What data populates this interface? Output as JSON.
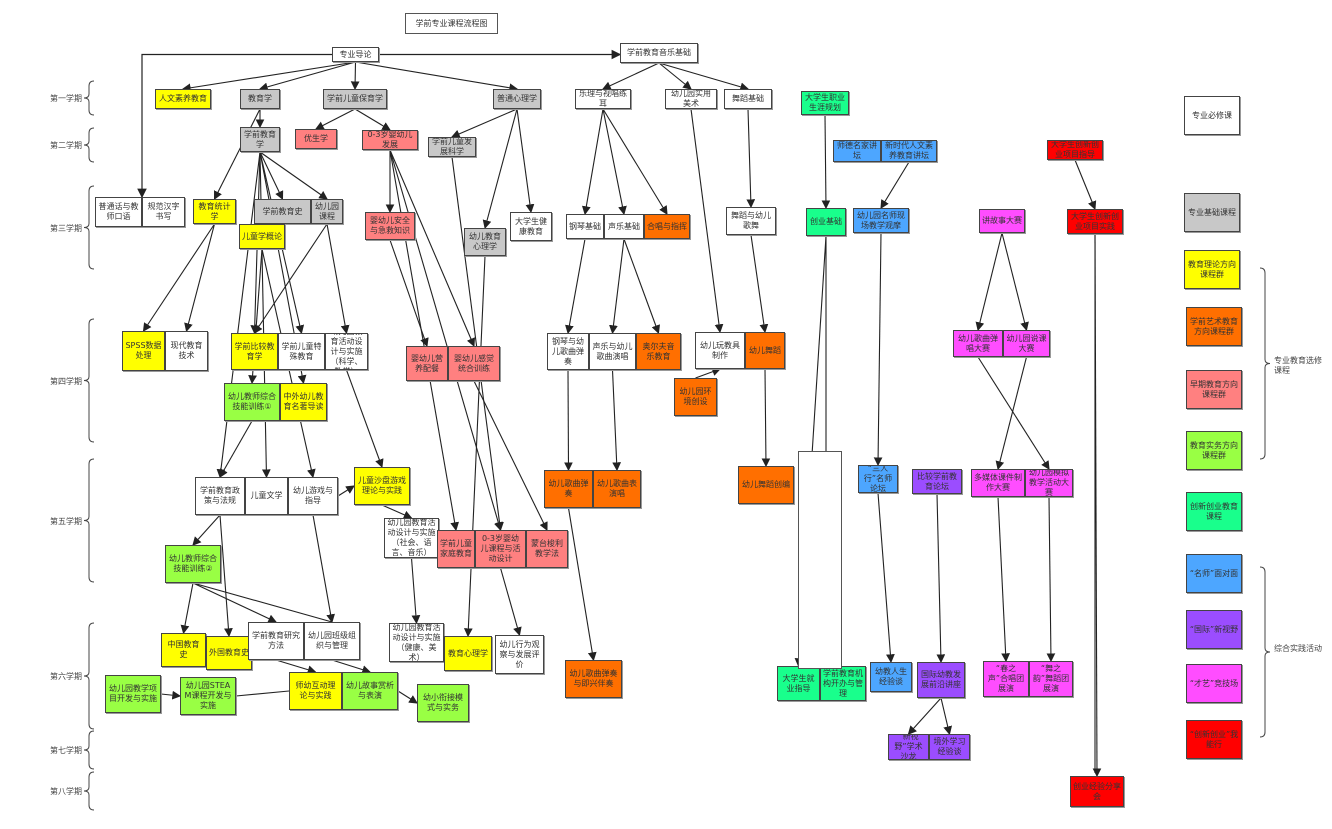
{
  "title": "学前专业课程流程图",
  "colors": {
    "required": "#ffffff",
    "foundation": "#c8c8c8",
    "theory": "#ffff00",
    "art": "#ff6f00",
    "early": "#ff8080",
    "practice": "#99ff44",
    "innovation": "#19ff8c",
    "teacher": "#4da6ff",
    "intl": "#9b4dff",
    "talent": "#ff4dff",
    "entre": "#ff0000"
  },
  "semesters": [
    {
      "label": "第一学期"
    },
    {
      "label": "第二学期"
    },
    {
      "label": "第三学期"
    },
    {
      "label": "第四学期"
    },
    {
      "label": "第五学期"
    },
    {
      "label": "第六学期"
    },
    {
      "label": "第七学期"
    },
    {
      "label": "第八学期"
    }
  ],
  "nodes": [
    {
      "id": "zydl",
      "text": "专业导论",
      "cat": "required"
    },
    {
      "id": "xqyy",
      "text": "学前教育音乐基础",
      "cat": "required"
    },
    {
      "id": "rwsy",
      "text": "人文素养教育",
      "cat": "theory"
    },
    {
      "id": "jyx",
      "text": "教育学",
      "cat": "foundation"
    },
    {
      "id": "xqetby",
      "text": "学前儿童保育学",
      "cat": "foundation"
    },
    {
      "id": "ptxl",
      "text": "普通心理学",
      "cat": "foundation"
    },
    {
      "id": "ylsc",
      "text": "乐理与视唱练耳",
      "cat": "required"
    },
    {
      "id": "yeysy",
      "text": "幼儿园实用美术",
      "cat": "required"
    },
    {
      "id": "wdjc",
      "text": "舞蹈基础",
      "cat": "required"
    },
    {
      "id": "zyghgh",
      "text": "大学生职业生涯规划",
      "cat": "innovation"
    },
    {
      "id": "xqjyx",
      "text": "学前教育学",
      "cat": "foundation"
    },
    {
      "id": "ysx",
      "text": "优生学",
      "cat": "early"
    },
    {
      "id": "yyefz",
      "text": "0-3岁婴幼儿发展",
      "cat": "early"
    },
    {
      "id": "xqetfz",
      "text": "学前儿童发展科学",
      "cat": "foundation"
    },
    {
      "id": "sdmj",
      "text": "师德名家讲坛",
      "cat": "teacher"
    },
    {
      "id": "xsdrw",
      "text": "新时代人文素养教育讲坛",
      "cat": "teacher"
    },
    {
      "id": "cxcyzd",
      "text": "大学生创新创业项目指导",
      "cat": "entre"
    },
    {
      "id": "pth",
      "text": "普通话与教师口语",
      "cat": "required"
    },
    {
      "id": "gfhz",
      "text": "规范汉字书写",
      "cat": "required"
    },
    {
      "id": "jytj",
      "text": "教育统计学",
      "cat": "theory"
    },
    {
      "id": "xqjys",
      "text": "学前教育史",
      "cat": "foundation"
    },
    {
      "id": "yekc",
      "text": "幼儿园课程",
      "cat": "foundation"
    },
    {
      "id": "etxgl",
      "text": "儿童学概论",
      "cat": "theory"
    },
    {
      "id": "yyeaq",
      "text": "婴幼儿安全与急救知识",
      "cat": "early"
    },
    {
      "id": "yejyxl",
      "text": "幼儿教育心理学",
      "cat": "foundation"
    },
    {
      "id": "dxsjk",
      "text": "大学生健康教育",
      "cat": "required"
    },
    {
      "id": "gqjc",
      "text": "钢琴基础",
      "cat": "required"
    },
    {
      "id": "syjc",
      "text": "声乐基础",
      "cat": "required"
    },
    {
      "id": "hcyzh",
      "text": "合唱与指挥",
      "cat": "art"
    },
    {
      "id": "wdyeww",
      "text": "舞蹈与幼儿歌舞",
      "cat": "required"
    },
    {
      "id": "cyjc",
      "text": "创业基础",
      "cat": "innovation"
    },
    {
      "id": "mskt",
      "text": "幼儿园名师现场教学观摩",
      "cat": "teacher"
    },
    {
      "id": "jgsds",
      "text": "讲故事大赛",
      "cat": "talent"
    },
    {
      "id": "cxcysj",
      "text": "大学生创新创业项目实践",
      "cat": "entre"
    },
    {
      "id": "spss",
      "text": "SPSS数据处理",
      "cat": "theory"
    },
    {
      "id": "xdjyjs",
      "text": "现代教育技术",
      "cat": "required"
    },
    {
      "id": "xqbjjy",
      "text": "学前比较教育学",
      "cat": "theory"
    },
    {
      "id": "xqtsjy",
      "text": "学前儿童特殊教育",
      "cat": "required"
    },
    {
      "id": "hdsj1",
      "text": "幼儿园教育活动设计与实施（科学、数学）",
      "cat": "required"
    },
    {
      "id": "yyeyy",
      "text": "婴幼儿营养配餐",
      "cat": "early"
    },
    {
      "id": "yyegj",
      "text": "婴幼儿感觉统合训练",
      "cat": "early"
    },
    {
      "id": "gqyeth",
      "text": "钢琴与幼儿歌曲弹奏",
      "cat": "required"
    },
    {
      "id": "syyegc",
      "text": "声乐与幼儿歌曲演唱",
      "cat": "required"
    },
    {
      "id": "aef",
      "text": "奥尔夫音乐教育",
      "cat": "art"
    },
    {
      "id": "wjzz",
      "text": "幼儿玩教具制作",
      "cat": "required"
    },
    {
      "id": "yewd",
      "text": "幼儿舞蹈",
      "cat": "art"
    },
    {
      "id": "hjcs",
      "text": "幼儿园环境创设",
      "cat": "art"
    },
    {
      "id": "gqtc",
      "text": "幼儿歌曲弹唱大赛",
      "cat": "talent"
    },
    {
      "id": "skds",
      "text": "幼儿园说课大赛",
      "cat": "talent"
    },
    {
      "id": "zhjn1",
      "text": "幼儿教师综合技能训练①",
      "cat": "practice"
    },
    {
      "id": "zwmz",
      "text": "中外幼儿教育名著导读",
      "cat": "theory"
    },
    {
      "id": "zcfg",
      "text": "学前教育政策与法规",
      "cat": "required"
    },
    {
      "id": "etwx",
      "text": "儿童文学",
      "cat": "required"
    },
    {
      "id": "yxzd",
      "text": "幼儿游戏与指导",
      "cat": "required"
    },
    {
      "id": "spyx",
      "text": "儿童沙盘游戏理论与实践",
      "cat": "theory"
    },
    {
      "id": "hdsj2",
      "text": "幼儿园教育活动设计与实施（社会、语言、音乐）",
      "cat": "required"
    },
    {
      "id": "jtjy",
      "text": "学前儿童家庭教育",
      "cat": "early"
    },
    {
      "id": "kcsj03",
      "text": "0-3岁婴幼儿课程与活动设计",
      "cat": "early"
    },
    {
      "id": "mtsl",
      "text": "蒙台梭利教学法",
      "cat": "early"
    },
    {
      "id": "gqtz",
      "text": "幼儿歌曲弹奏",
      "cat": "art"
    },
    {
      "id": "gqby",
      "text": "幼儿歌曲表演唱",
      "cat": "art"
    },
    {
      "id": "wdcb",
      "text": "幼儿舞蹈创编",
      "cat": "art"
    },
    {
      "id": "smlt",
      "text": "“三人行”名师论坛",
      "cat": "teacher"
    },
    {
      "id": "bjlt",
      "text": "比较学前教育论坛",
      "cat": "intl"
    },
    {
      "id": "dmt",
      "text": "多媒体课件制作大赛",
      "cat": "talent"
    },
    {
      "id": "mnjx",
      "text": "幼儿园模拟教学活动大赛",
      "cat": "talent"
    },
    {
      "id": "zhjn2",
      "text": "幼儿教师综合技能训练②",
      "cat": "practice"
    },
    {
      "id": "zgjys",
      "text": "中国教育史",
      "cat": "theory"
    },
    {
      "id": "wgjys",
      "text": "外国教育史",
      "cat": "theory"
    },
    {
      "id": "yjff",
      "text": "学前教育研究方法",
      "cat": "required"
    },
    {
      "id": "bjgl",
      "text": "幼儿园班级组织与管理",
      "cat": "required"
    },
    {
      "id": "hdsj3",
      "text": "幼儿园教育活动设计与实施（健康、美术）",
      "cat": "required"
    },
    {
      "id": "jyxlx",
      "text": "教育心理学",
      "cat": "theory"
    },
    {
      "id": "xwgc",
      "text": "幼儿行为观察与发展评价",
      "cat": "required"
    },
    {
      "id": "gqjz",
      "text": "幼儿歌曲弹奏与即兴伴奏",
      "cat": "art"
    },
    {
      "id": "jxxm",
      "text": "幼儿园教学项目开发与实施",
      "cat": "practice"
    },
    {
      "id": "steam",
      "text": "幼儿园STEAM课程开发与实施",
      "cat": "practice"
    },
    {
      "id": "syhd",
      "text": "师幼互动理论与实践",
      "cat": "theory"
    },
    {
      "id": "gssx",
      "text": "幼儿故事赏析与表演",
      "cat": "practice"
    },
    {
      "id": "yxxj",
      "text": "幼小衔接模式与实务",
      "cat": "practice"
    },
    {
      "id": "jyzd",
      "text": "大学生就业指导",
      "cat": "innovation"
    },
    {
      "id": "jgkb",
      "text": "学前教育机构开办与管理",
      "cat": "innovation"
    },
    {
      "id": "yjrs",
      "text": "幼教人生经验谈",
      "cat": "teacher"
    },
    {
      "id": "gjqy",
      "text": "国际幼教发展前沿讲座",
      "cat": "intl"
    },
    {
      "id": "czsy",
      "text": "“春之声”合唱团展演",
      "cat": "talent"
    },
    {
      "id": "wzy",
      "text": "“舞之韵”舞蹈团展演",
      "cat": "talent"
    },
    {
      "id": "xsy",
      "text": "“新视野”学术沙龙",
      "cat": "intl"
    },
    {
      "id": "jwxx",
      "text": "境外学习经验谈",
      "cat": "intl"
    },
    {
      "id": "cyjy",
      "text": "创业经验分享会",
      "cat": "entre"
    },
    {
      "id": "blank",
      "text": "",
      "cat": "required"
    }
  ],
  "legend": [
    {
      "text": "专业必修课",
      "cat": "required"
    },
    {
      "text": "专业基础课程",
      "cat": "foundation"
    },
    {
      "text": "教育理论方向课程群",
      "cat": "theory"
    },
    {
      "text": "学前艺术教育方向课程群",
      "cat": "art"
    },
    {
      "text": "早期教育方向课程群",
      "cat": "early"
    },
    {
      "text": "教育实务方向课程群",
      "cat": "practice"
    },
    {
      "text": "创新创业教育课程",
      "cat": "innovation"
    },
    {
      "text": "“名师”面对面",
      "cat": "teacher"
    },
    {
      "text": "“国际”新视野",
      "cat": "intl"
    },
    {
      "text": "“才艺”竞技场",
      "cat": "talent"
    },
    {
      "text": "“创新创业”我能行",
      "cat": "entre"
    }
  ],
  "legend_groups": [
    {
      "label": "专业教育选修课程"
    },
    {
      "label": "综合实践活动"
    }
  ]
}
